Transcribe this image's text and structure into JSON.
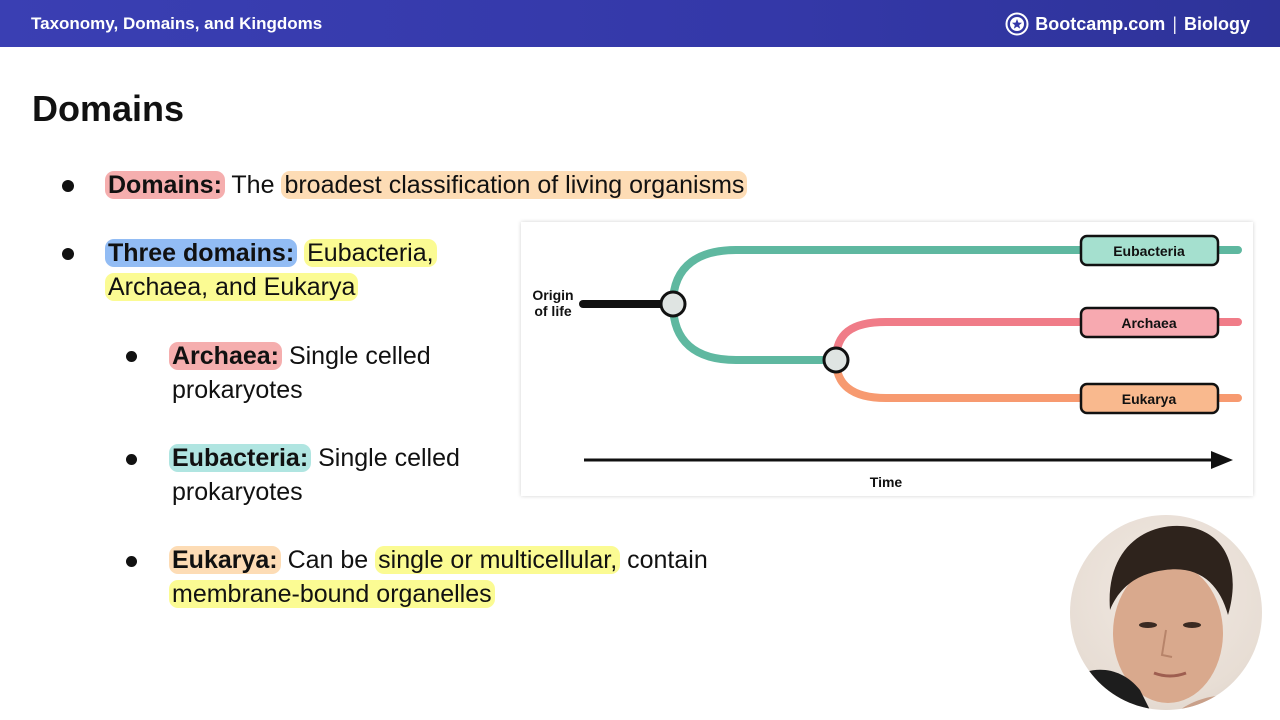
{
  "header": {
    "title": "Taxonomy, Domains, and Kingdoms",
    "brand_site": "Bootcamp.com",
    "brand_separator": "|",
    "brand_subject": "Biology"
  },
  "slide": {
    "heading": "Domains",
    "bullets": [
      {
        "term": "Domains:",
        "text_plain": "The",
        "text_highlight": "broadest classification of living organisms"
      },
      {
        "term": "Three domains:",
        "text_line1": "Eubacteria,",
        "text_line2": "Archaea, and Eukarya"
      },
      {
        "term": "Archaea:",
        "text_line1": "Single celled",
        "text_line2": "prokaryotes"
      },
      {
        "term": "Eubacteria:",
        "text_line1": "Single celled",
        "text_line2": "prokaryotes"
      },
      {
        "term": "Eukarya:",
        "text_plain1": "Can be",
        "text_highlight": "single or multicellular,",
        "text_plain2": "contain",
        "text_line2": "membrane-bound organelles"
      }
    ]
  },
  "diagram": {
    "origin_label_line1": "Origin",
    "origin_label_line2": "of life",
    "time_label": "Time",
    "branches": [
      {
        "label": "Eubacteria",
        "color": "#5fb8a0",
        "fill": "#a5e0cf"
      },
      {
        "label": "Archaea",
        "color": "#f07c88",
        "fill": "#f7a9b0"
      },
      {
        "label": "Eukarya",
        "color": "#f79a70",
        "fill": "#f9b98e"
      }
    ]
  },
  "colors": {
    "header_bg": "#3438a8",
    "highlight_red": "#f08282",
    "highlight_orange": "#fccd96",
    "highlight_blue": "#6ea5f0",
    "highlight_yellow": "#fafa78",
    "highlight_teal": "#96dcd7"
  }
}
